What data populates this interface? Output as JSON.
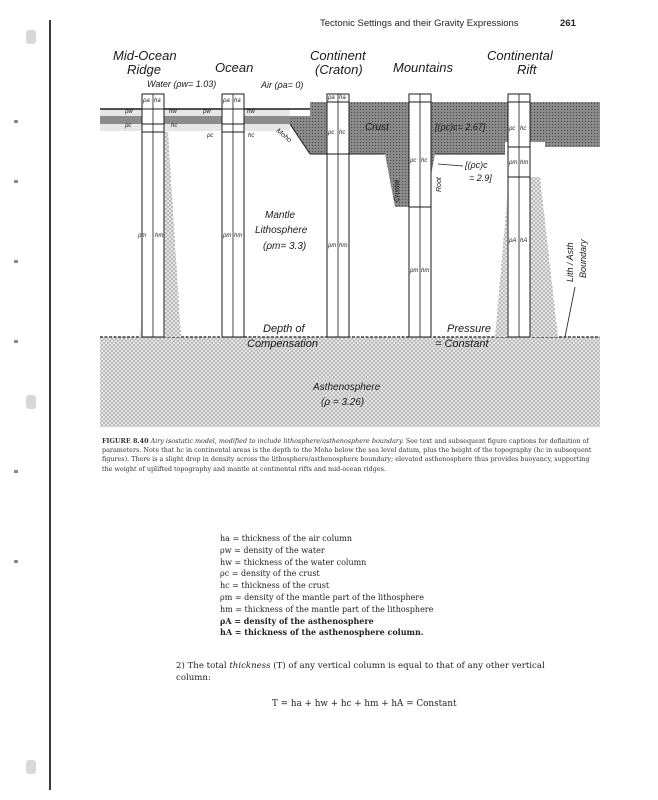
{
  "header": {
    "running_title": "Tectonic Settings and their Gravity Expressions",
    "page_number": "261"
  },
  "figure": {
    "labels": {
      "mid_ocean_ridge": [
        "Mid-Ocean",
        "Ridge"
      ],
      "ocean": "Ocean",
      "continent": [
        "Continent",
        "(Craton)"
      ],
      "mountains": "Mountains",
      "continental_rift": [
        "Continental",
        "Rift"
      ],
      "water": "Water (ρw= 1.03)",
      "air": "Air (ρa= 0)",
      "crust": "Crust",
      "moho": "Moho",
      "crust_density": "[(ρc)c= 2.67]",
      "crustal_root": [
        "Crustal",
        "Root"
      ],
      "crust_density_2": [
        "[(ρc)c",
        "= 2.9]"
      ],
      "mantle_lithosphere": [
        "Mantle",
        "Lithosphere",
        "(ρm= 3.3)"
      ],
      "lith_asth_boundary": [
        "Lith / Asth",
        "Boundary"
      ],
      "depth_of_compensation": [
        "Depth of",
        "Compensation"
      ],
      "pressure_constant": [
        "Pressure",
        "= Constant"
      ],
      "asthenosphere": [
        "Asthenosphere",
        "(ρ = 3.26)"
      ]
    },
    "column_symbols": {
      "ra": "ρa",
      "ha": "ha",
      "rw": "ρw",
      "hw": "hw",
      "rc": "ρc",
      "hc": "hc",
      "rm": "ρm",
      "hm": "hm",
      "rA": "ρA",
      "hA": "hA"
    }
  },
  "caption": {
    "label": "FIGURE 8.40",
    "title": "Airy isostatic model, modified to include lithosphere/asthenosphere boundary.",
    "text": "See text and subsequent figure captions for definition of parameters. Note that hc in continental areas is the depth to the Moho below the sea level datum, plus the height of the topography (hc in subsequent figures). There is a slight drop in density across the lithosphere/asthenosphere boundary; elevated asthenosphere thus provides buoyancy, supporting the weight of uplifted topography and mantle at continental rifts and mid-ocean ridges."
  },
  "definitions": [
    {
      "text": "ha = thickness of the air column",
      "bold": false
    },
    {
      "text": "ρw = density of the water",
      "bold": false
    },
    {
      "text": "hw = thickness of the water column",
      "bold": false
    },
    {
      "text": "ρc = density of the crust",
      "bold": false
    },
    {
      "text": "hc = thickness of the crust",
      "bold": false
    },
    {
      "text": "ρm = density of the mantle part of the lithosphere",
      "bold": false
    },
    {
      "text": "hm = thickness of the mantle part of the lithosphere",
      "bold": false
    },
    {
      "text": "ρA = density of the asthenosphere",
      "bold": true
    },
    {
      "text": "hA = thickness of the asthenosphere column.",
      "bold": true
    }
  ],
  "paragraph": {
    "lead": "2) The total ",
    "emph": "thickness",
    "rest": " (T) of any vertical column is equal to that of any other vertical column:"
  },
  "equation": "T = ha + hw + hc + hm + hA = Constant",
  "colors": {
    "ink": "#1a1a1a",
    "crust_gray": "#8c8c8c",
    "stipple": "#b5b5b5",
    "paper": "#ffffff"
  }
}
